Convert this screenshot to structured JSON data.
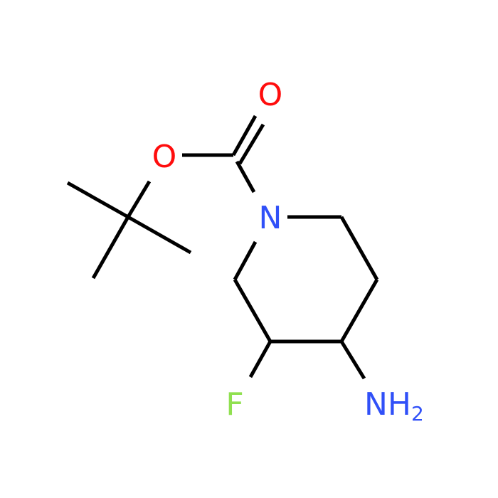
{
  "colors": {
    "bond": "#000000",
    "oxygen": "#ff0d0d",
    "nitrogen": "#3050f8",
    "fluorine": "#90e050"
  },
  "atoms": {
    "carbonyl_oxygen": "O",
    "ester_oxygen": "O",
    "ring_nitrogen": "N",
    "fluorine": "F",
    "amine_n": "NH",
    "amine_sub": "2"
  }
}
